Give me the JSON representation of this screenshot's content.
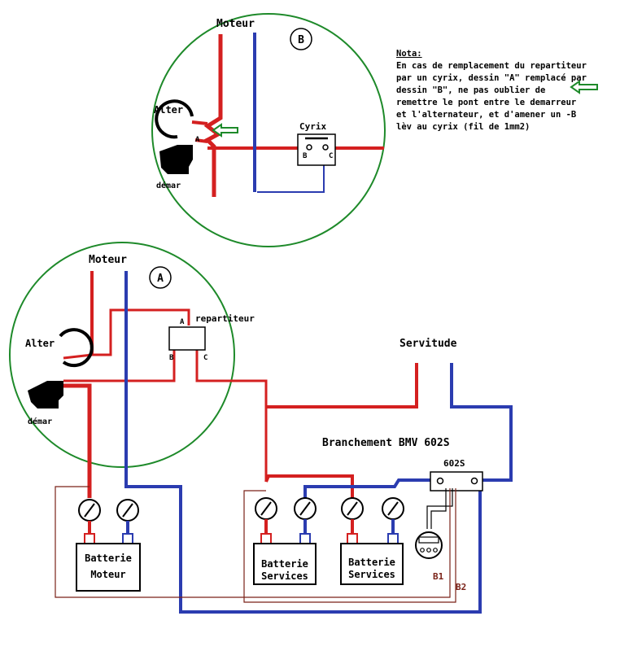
{
  "circle_b": {
    "moteur": "Moteur",
    "letter": "B",
    "alter": "Alter",
    "demar": "démar",
    "cyrix": "Cyrix",
    "pt_a": "A",
    "pt_b": "B",
    "pt_c": "C"
  },
  "note": {
    "title": "Nota:",
    "lines": [
      "En cas de remplacement du repartiteur",
      "par un cyrix, dessin \"A\" remplacé par",
      "dessin \"B\", ne pas oublier de",
      "remettre le pont entre le demarreur",
      "et l'alternateur, et d'amener un -B",
      "lèv au cyrix (fil de 1mm2)"
    ]
  },
  "circle_a": {
    "moteur": "Moteur",
    "letter": "A",
    "alter": "Alter",
    "demar": "démar",
    "repartiteur": "repartiteur",
    "pt_a": "A",
    "pt_b": "B",
    "pt_c": "C"
  },
  "servitude": "Servitude",
  "branchement": "Branchement BMV 602S",
  "bmv": "602S",
  "batteries": {
    "moteur": [
      "Batterie",
      "Moteur"
    ],
    "services1": [
      "Batterie",
      "Services"
    ],
    "services2": [
      "Batterie",
      "Services"
    ]
  },
  "b1": "B1",
  "b2": "B2",
  "colors": {
    "positive": "#d42020",
    "negative": "#2b3cb0",
    "circle": "#1e8a2a",
    "shunt_wire": "#7a2218",
    "arrow": "#1e8a2a"
  }
}
